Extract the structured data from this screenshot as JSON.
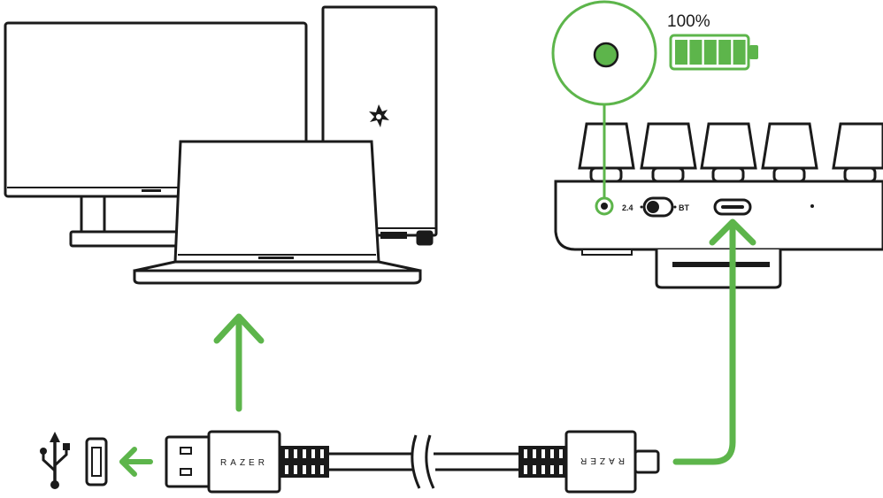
{
  "battery": {
    "percent_label": "100%",
    "level_fraction": 1.0
  },
  "keyboard": {
    "switch_left_label": "2.4",
    "switch_right_label": "BT"
  },
  "cable": {
    "brand_usb_a": "RAZER",
    "brand_usb_c": "RAZER"
  },
  "colors": {
    "accent_green": "#5DB54B",
    "line": "#1a1a1a"
  },
  "icons": [
    "usb-icon",
    "razer-logo-icon",
    "battery-icon",
    "led-indicator-icon",
    "arrow-up-icon",
    "arrow-left-icon"
  ]
}
